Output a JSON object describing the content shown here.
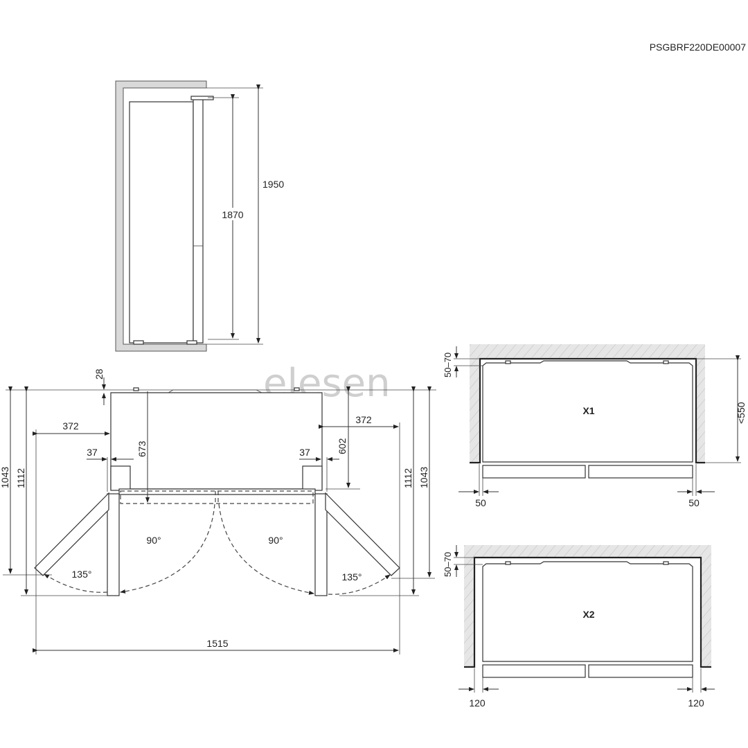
{
  "document_code": "PSGBRF220DE00007",
  "watermark": "elesen",
  "side_view": {
    "total_height": "1950",
    "body_height": "1870"
  },
  "top_view": {
    "top_offset": "28",
    "left_depth_open_135": "1043",
    "left_depth_open_90": "1112",
    "right_depth_open_90": "1112",
    "right_depth_open_135": "1043",
    "left_door_projection": "372",
    "right_door_projection": "372",
    "left_hinge_offset": "37",
    "right_hinge_offset": "37",
    "depth_to_door": "673",
    "body_depth": "602",
    "total_width": "1515",
    "left_angle_90": "90°",
    "right_angle_90": "90°",
    "left_angle_135": "135°",
    "right_angle_135": "135°"
  },
  "install_x1": {
    "label": "X1",
    "rear_gap": "50–70",
    "max_depth": "<550",
    "left_gap": "50",
    "right_gap": "50"
  },
  "install_x2": {
    "label": "X2",
    "rear_gap": "50–70",
    "left_gap": "120",
    "right_gap": "120"
  },
  "colors": {
    "wall": "#d9d9d9",
    "line": "#333333"
  }
}
